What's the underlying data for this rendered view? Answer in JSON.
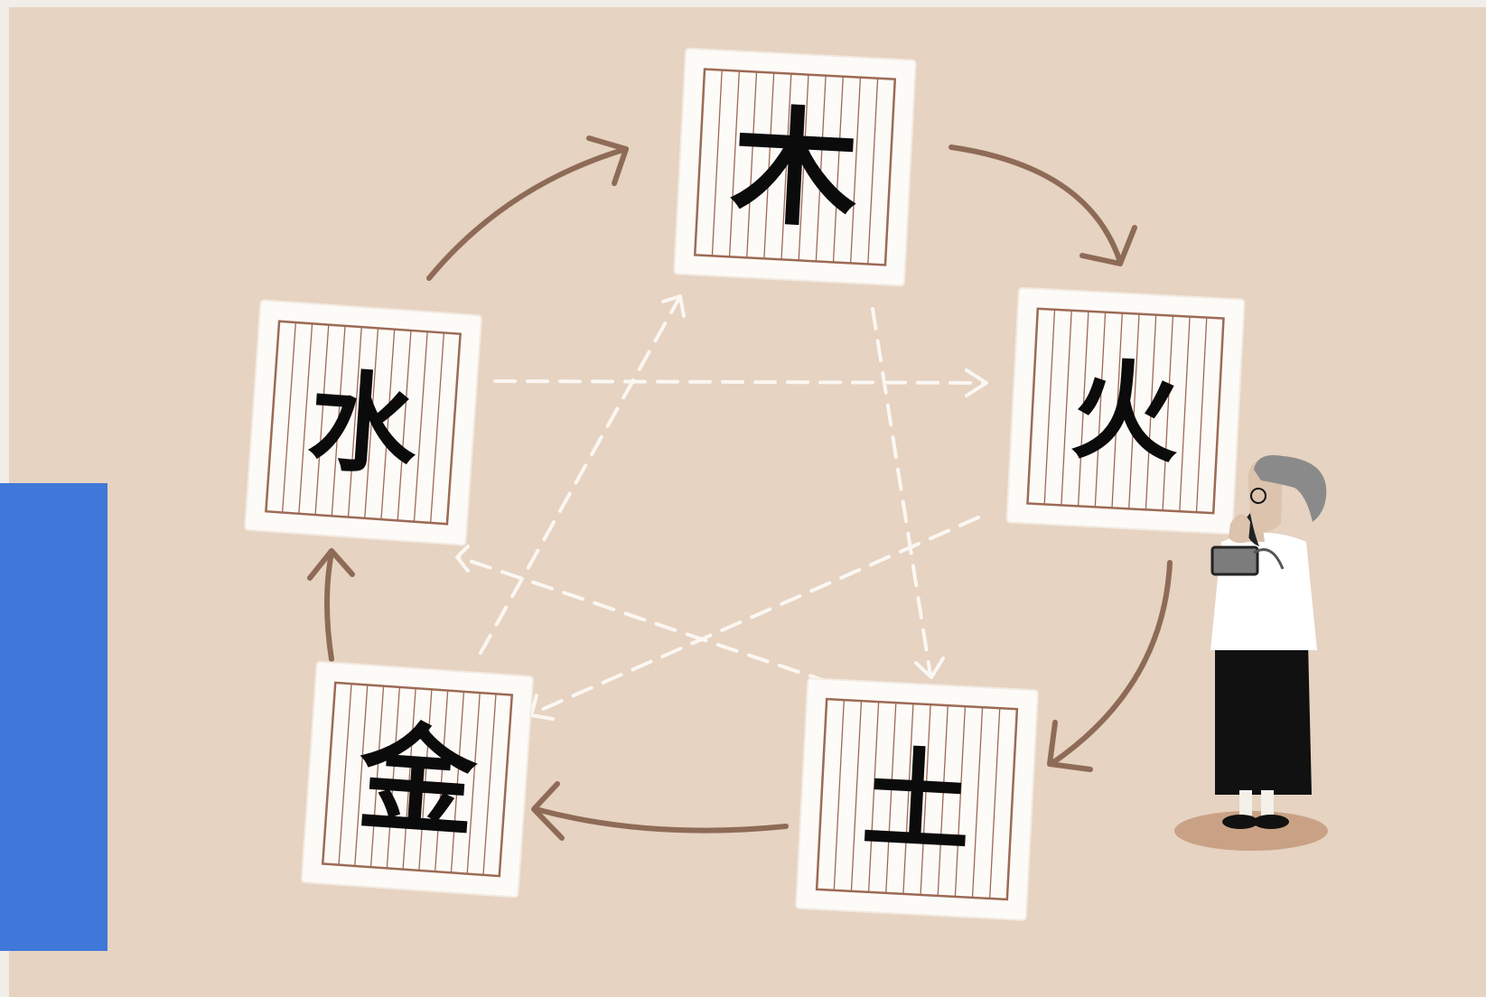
{
  "elements": {
    "wood": {
      "char": "木"
    },
    "fire": {
      "char": "火"
    },
    "earth": {
      "char": "土"
    },
    "metal": {
      "char": "金"
    },
    "water": {
      "char": "水"
    }
  },
  "colors": {
    "background": "#e6d3c2",
    "side_bar": "#3f78d9",
    "card_paper": "#fdfbf8",
    "card_lines": "#9c6a55",
    "generating_arrow": "#8e6b57",
    "controlling_arrow": "#fbf7f2"
  }
}
